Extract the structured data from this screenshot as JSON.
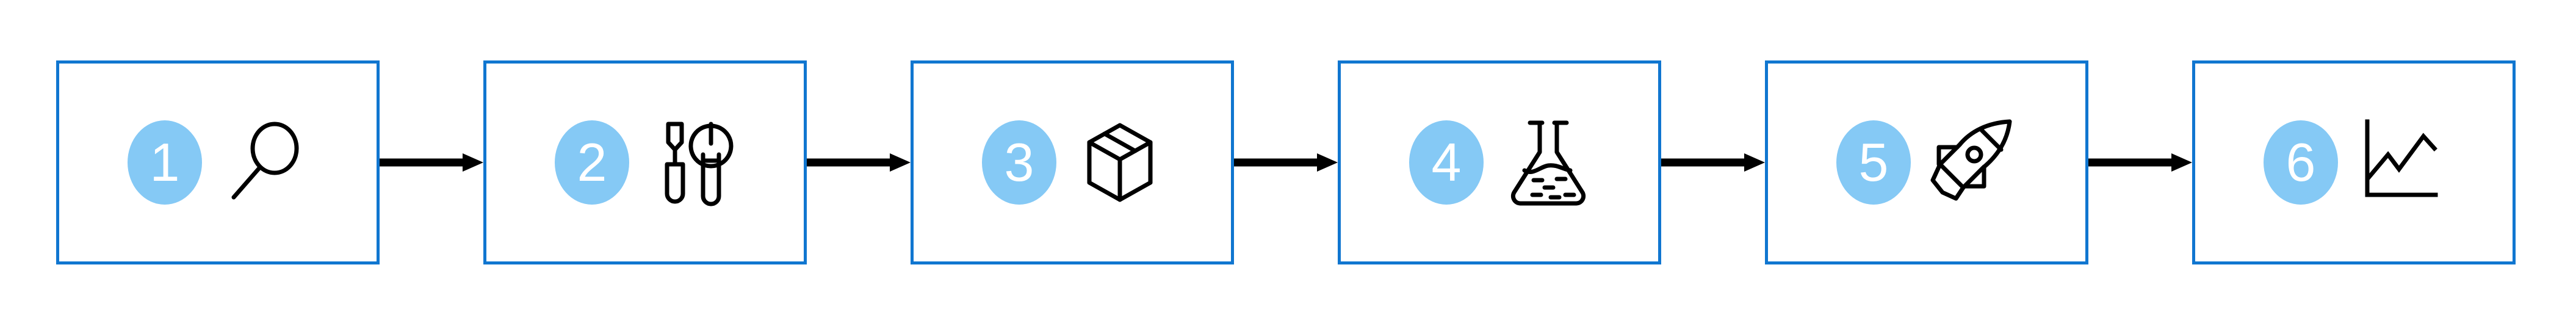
{
  "diagram": {
    "title": "Six-step process flow",
    "orientation": "horizontal-left-to-right",
    "colors": {
      "box_border": "#1076D0",
      "badge_fill": "#85C9F5",
      "badge_text": "#FFFFFF",
      "icon_stroke": "#000000",
      "arrow": "#000000",
      "background": "#FFFFFF"
    },
    "steps": [
      {
        "number": "1",
        "icon_name": "magnifying-glass-icon",
        "icon_label": "magnifying glass"
      },
      {
        "number": "2",
        "icon_name": "tools-icon",
        "icon_label": "screwdriver and wrench"
      },
      {
        "number": "3",
        "icon_name": "package-box-icon",
        "icon_label": "3D cardboard box"
      },
      {
        "number": "4",
        "icon_name": "lab-flask-icon",
        "icon_label": "erlenmeyer flask with liquid"
      },
      {
        "number": "5",
        "icon_name": "rocket-icon",
        "icon_label": "rocket launching"
      },
      {
        "number": "6",
        "icon_name": "line-chart-icon",
        "icon_label": "line chart with upward trend"
      }
    ],
    "connectors": [
      {
        "from": "1",
        "to": "2",
        "icon_name": "arrow-right-icon"
      },
      {
        "from": "2",
        "to": "3",
        "icon_name": "arrow-right-icon"
      },
      {
        "from": "3",
        "to": "4",
        "icon_name": "arrow-right-icon"
      },
      {
        "from": "4",
        "to": "5",
        "icon_name": "arrow-right-icon"
      },
      {
        "from": "5",
        "to": "6",
        "icon_name": "arrow-right-icon"
      }
    ]
  }
}
